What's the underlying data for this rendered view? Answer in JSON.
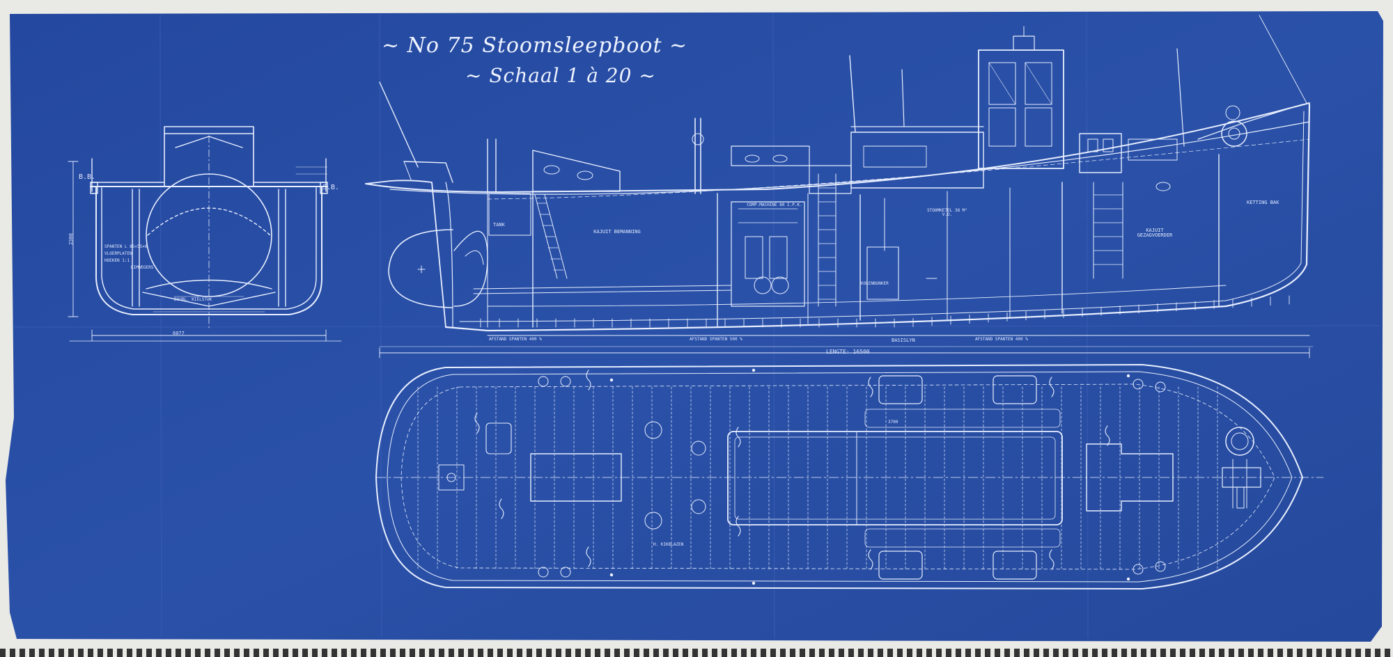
{
  "drawing": {
    "title": "~ No 75 Stoomsleepboot ~",
    "scale": "~ Schaal 1 à 20 ~"
  },
  "section": {
    "port_label": "B.B.",
    "starboard_label": "S.B.",
    "dim_width": "6077",
    "dim_height": "2300",
    "notes": [
      "SPANTEN L 85×55×6",
      "VLOERPLATEN",
      "HOEKEN 1:1",
      "DOUBL. KIELSTUK",
      "KIMWEGERS"
    ]
  },
  "profile": {
    "rooms": {
      "tank": "TANK",
      "kajuit_bemanning": "KAJUIT BEMANNING",
      "compmachine": "COMP.MACHINE 80 I.P.K.",
      "stoomketel": "STOOMKETEL 38 M² V.O.",
      "kolenbunker": "KOLENBUNKER",
      "kajuit_gezagvoerder": "KAJUIT GEZAGVOERDER",
      "ketting_bak": "KETTING BAK"
    },
    "frame_spacing_aft": "AFSTAND SPANTEN 400 %",
    "frame_spacing_mid": "AFSTAND SPANTEN 500 %",
    "frame_spacing_fwd": "AFSTAND SPANTEN 400 %",
    "baseline": "BASISLYN",
    "length": "LENGTE: 16500"
  },
  "plan": {
    "note_left": "H. KIKBLAZEN",
    "dim_hatch": "3700"
  }
}
